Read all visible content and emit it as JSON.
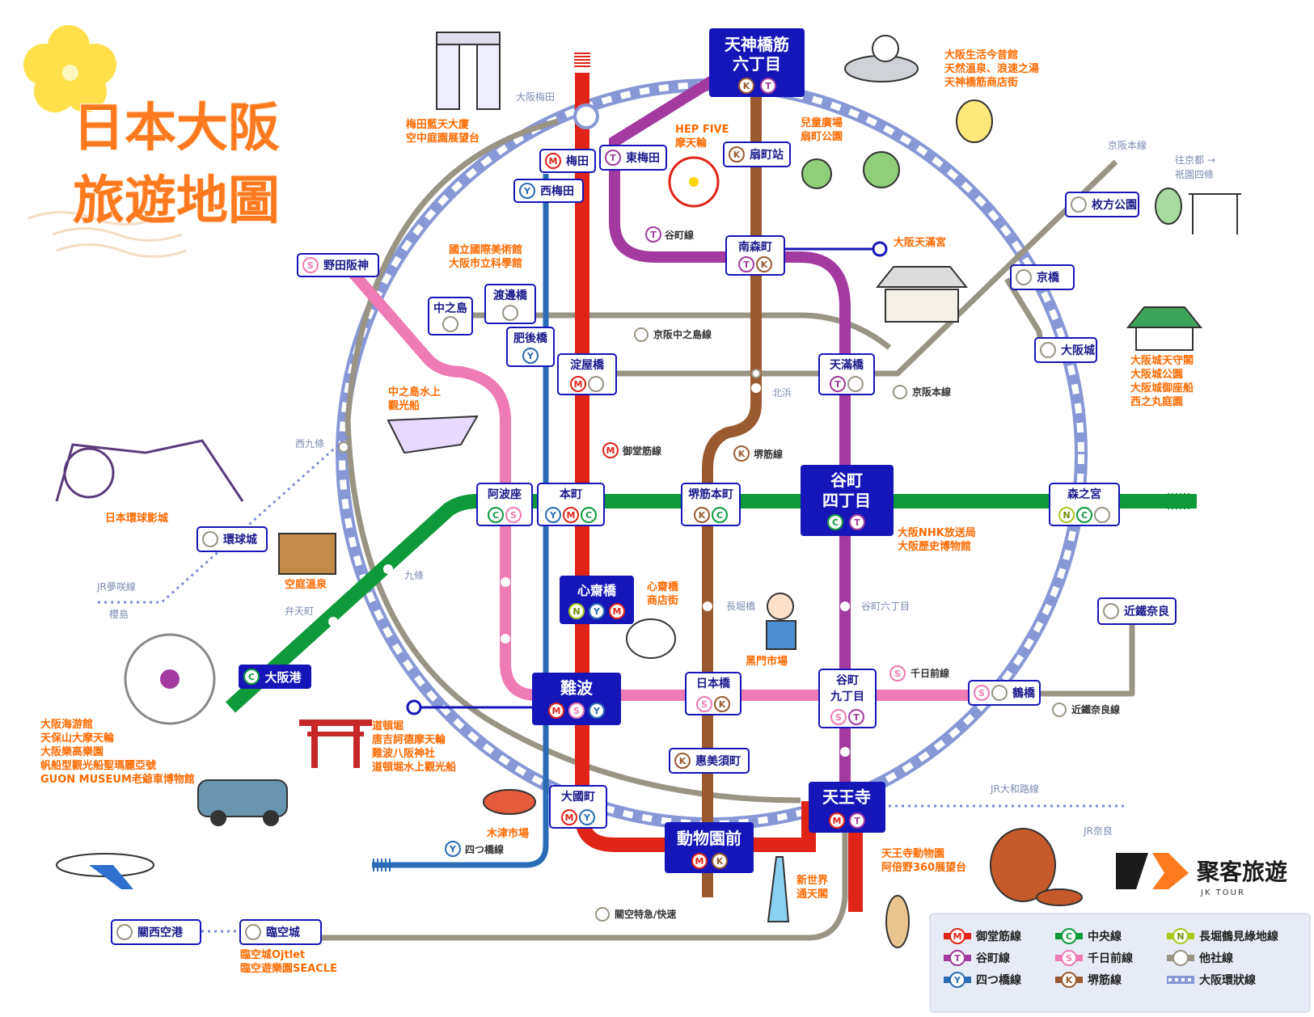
{
  "title": {
    "line1": "日本大阪",
    "line2": "旅遊地圖"
  },
  "brand": {
    "name": "聚客旅遊",
    "sub": "JK TOUR"
  },
  "colors": {
    "midosuji": "#e02418",
    "tanimachi": "#a23aa0",
    "yotsubashi": "#2a6cb5",
    "chuo": "#0e9a3a",
    "sennichimae": "#ee7bb4",
    "sakaisuji": "#9a5a30",
    "nagahori": "#a8c81a",
    "other": "#9a9484",
    "loop": "#8897d6",
    "navy": "#1616b8"
  },
  "stations": {
    "tenjinbashi": "天神橋筋\n六丁目",
    "umeda": "梅田",
    "higashiumeda": "東梅田",
    "nishiumeda": "西梅田",
    "ogimachi": "扇町站",
    "minamimorimachi": "南森町",
    "noda": "野田阪神",
    "nakanoshima": "中之島",
    "watanabebashi": "渡邊橋",
    "higobashi": "肥後橋",
    "yodoyabashi": "淀屋橋",
    "tenmabashi": "天滿橋",
    "kyobashi": "京橋",
    "osakajo": "大阪城",
    "hirakata": "枚方公園",
    "awaza": "阿波座",
    "honmachi": "本町",
    "sakaisujihonmachi": "堺筋本町",
    "tanimachi4": "谷町\n四丁目",
    "morinomiya": "森之宮",
    "universal": "環球城",
    "shinsaibashi": "心齋橋",
    "osakako": "大阪港",
    "namba": "難波",
    "nipponbashi": "日本橋",
    "tanimachi9": "谷町\n九丁目",
    "tsuruhashi": "鶴橋",
    "kintetsunara": "近鐵奈良",
    "ebisucho": "惠美須町",
    "daikokucho": "大國町",
    "tennoji": "天王寺",
    "dobutsuenmae": "動物園前",
    "kansai": "關西空港",
    "rinku": "臨空城"
  },
  "line_labels": {
    "tanimachi_sen": "谷町線",
    "keihan_nakanoshima": "京阪中之島線",
    "keihan_honsen": "京阪本線",
    "keihan_honsen_top": "京阪本線",
    "midosuji_sen": "御堂筋線",
    "sakaisuji_sen": "堺筋線",
    "sennichimae_sen": "千日前線",
    "kintetsu_nara": "近鐵奈良線",
    "yotsubashi_sen": "四つ橋線",
    "kanku": "關空特急/快速",
    "jr_yumesaki": "JR夢咲線",
    "jr_yamatoji": "JR大和路線",
    "jr_nara": "JR奈良"
  },
  "places": {
    "osaka_umeda": "大阪梅田",
    "kitahama": "北浜",
    "nishikujo": "西九條",
    "kujo": "九條",
    "bentencho": "弁天町",
    "nagahoribashi": "長堀橋",
    "tanimachi6": "谷町六丁目",
    "sakurajima": "櫻島",
    "kyoto_to": "往京都 →",
    "gion": "祇園四條"
  },
  "attractions": {
    "umeda_sky": [
      "梅田藍天大廈",
      "空中庭園展望台"
    ],
    "hep": [
      "HEP FIVE",
      "摩天輪"
    ],
    "ogimachi_park": [
      "兒童廣場",
      "扇町公園"
    ],
    "tenma": [
      "大阪生活今昔館",
      "天然溫泉、浪速之湯",
      "天神橋筋商店街"
    ],
    "museum": [
      "國立國際美術館",
      "大阪市立科學館"
    ],
    "tenmangu": "大阪天滿宮",
    "castle": [
      "大阪城天守閣",
      "大阪城公園",
      "大阪城御座船",
      "西之丸庭園"
    ],
    "cruise": [
      "中之島水上",
      "觀光船"
    ],
    "usj": "日本環球影城",
    "spa": "空庭溫泉",
    "nhk": [
      "大阪NHK放送局",
      "大阪歷史博物館"
    ],
    "shinsaibashi_st": [
      "心齋橋",
      "商店街"
    ],
    "kuromon": "黑門市場",
    "bay": [
      "大阪海游館",
      "天保山大摩天輪",
      "大阪樂高樂園",
      "帆船型觀光船聖瑪麗亞號",
      "GUON MUSEUM老爺車博物館"
    ],
    "dotonbori": [
      "道頓堀",
      "唐吉訶德摩天輪",
      "難波八阪神社",
      "道頓堀水上觀光船"
    ],
    "kizu": "木津市場",
    "tsutenkaku": [
      "新世界",
      "通天閣"
    ],
    "tennoji_zoo": [
      "天王寺動物園",
      "阿倍野360展望台"
    ],
    "rinku_outlet": [
      "臨空城Ojtlet",
      "臨空遊樂園SEACLE"
    ]
  },
  "legend": [
    {
      "code": "M",
      "label": "御堂筋線",
      "color": "#e02418"
    },
    {
      "code": "C",
      "label": "中央線",
      "color": "#0e9a3a"
    },
    {
      "code": "N",
      "label": "長堀鶴見綠地線",
      "color": "#a8c81a"
    },
    {
      "code": "T",
      "label": "谷町線",
      "color": "#a23aa0"
    },
    {
      "code": "S",
      "label": "千日前線",
      "color": "#ee7bb4"
    },
    {
      "code": "",
      "label": "他社線",
      "color": "#9a9484"
    },
    {
      "code": "Y",
      "label": "四つ橋線",
      "color": "#2a6cb5"
    },
    {
      "code": "K",
      "label": "堺筋線",
      "color": "#9a5a30"
    },
    {
      "code": "",
      "label": "大阪環狀線",
      "color": "#8897d6"
    }
  ]
}
